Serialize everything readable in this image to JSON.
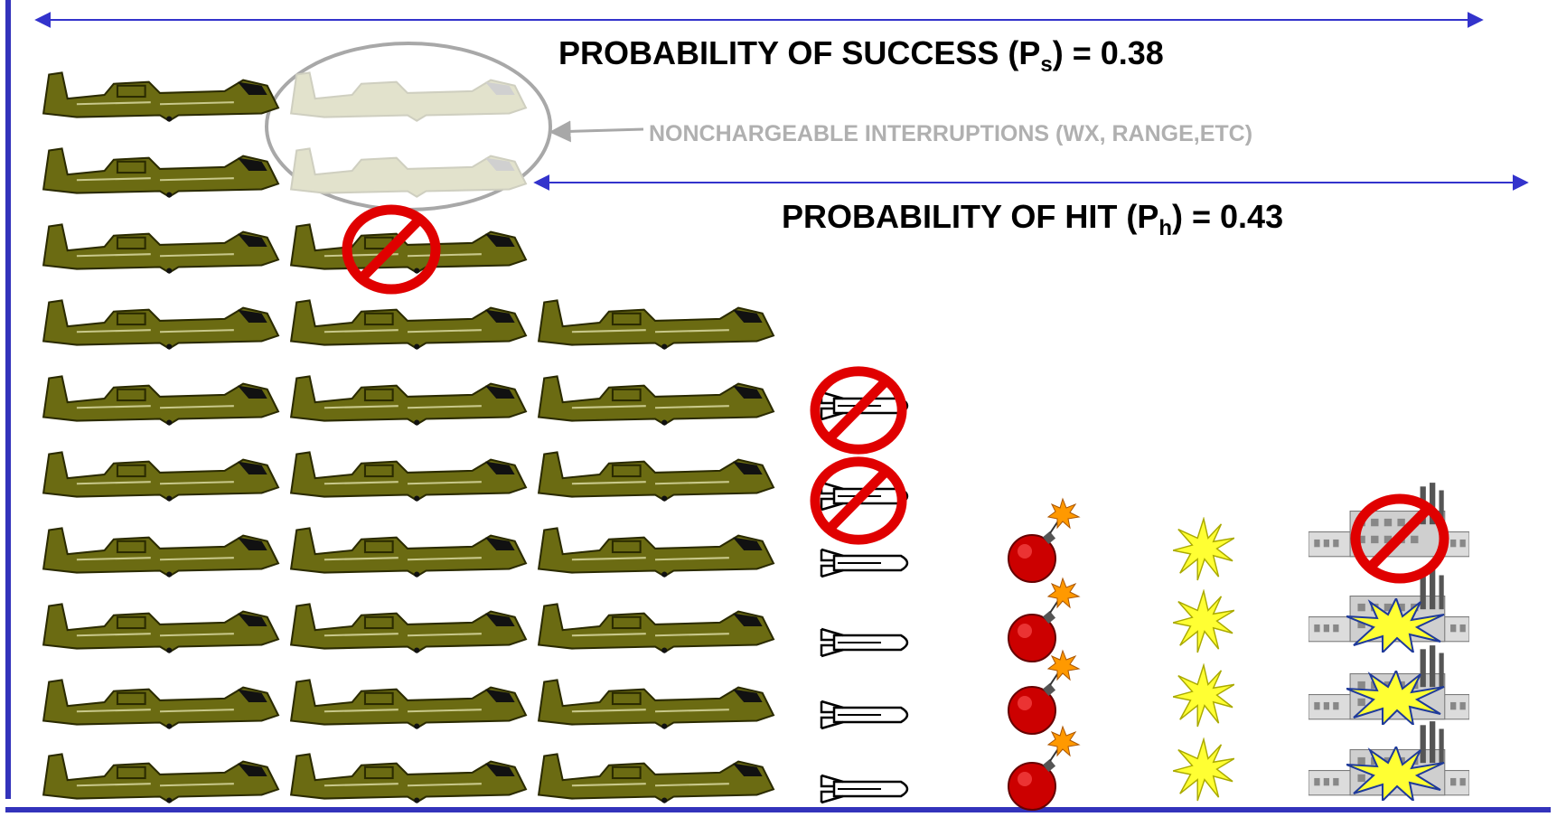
{
  "labels": {
    "success_prefix": "PROBABILITY OF SUCCESS (P",
    "success_sub": "s",
    "success_suffix": ") = 0.38",
    "hit_prefix": "PROBABILITY OF HIT (P",
    "hit_sub": "h",
    "hit_suffix": ") = 0.43",
    "interruptions": "NONCHARGEABLE INTERRUPTIONS (WX, RANGE,ETC)"
  },
  "colors": {
    "frame": "#3333bb",
    "arrow": "#3333cc",
    "aircraft": "#6b6b12",
    "aircraft_faded": "#dcdcc6",
    "prohibited": "#e00000",
    "bomb": "#cc0000",
    "explosion": "#ffff33",
    "fuse_spark": "#ff9900",
    "interruption_gray": "#a8a8a8"
  },
  "icons": [
    "aircraft-icon",
    "missile-icon",
    "bomb-icon",
    "explosion-icon",
    "factory-icon",
    "prohibited-icon"
  ],
  "diagram": {
    "aircraft_rows": 10,
    "aircraft_in_column_1": 10,
    "aircraft_in_column_2": 8,
    "aircraft_in_column_3": 7,
    "faded_aircraft": 2,
    "prohibited_aircraft": 1,
    "missiles": 6,
    "prohibited_missiles": 2,
    "bombs": 4,
    "explosions": 4,
    "targets": 4,
    "prohibited_targets": 1,
    "targets_destroyed": 3,
    "probability_of_success": 0.38,
    "probability_of_hit": 0.43
  }
}
